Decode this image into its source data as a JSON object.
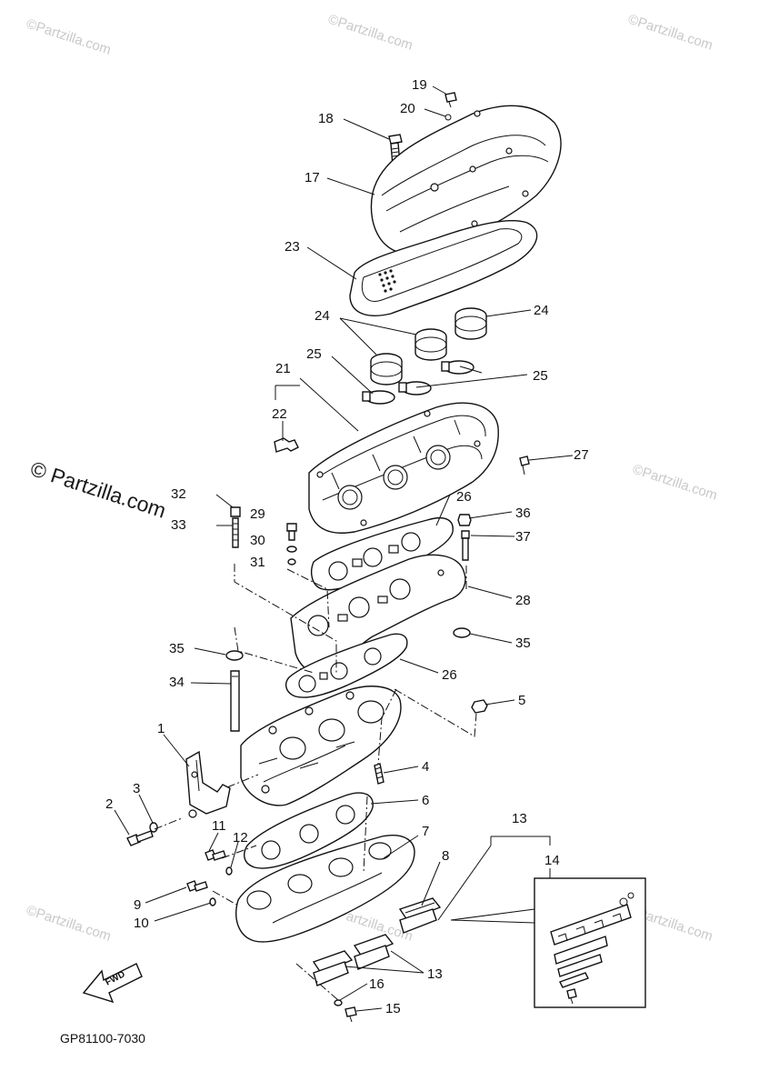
{
  "watermarks": {
    "small": "©Partzilla.com",
    "large": "© Partzilla.com"
  },
  "drawing_code": "GP81100-7030",
  "fwd_label": "FWD",
  "callouts": {
    "c1": "1",
    "c2": "2",
    "c3": "3",
    "c4": "4",
    "c5": "5",
    "c6": "6",
    "c7": "7",
    "c8": "8",
    "c9": "9",
    "c10": "10",
    "c11": "11",
    "c12": "12",
    "c13a": "13",
    "c13b": "13",
    "c14": "14",
    "c15": "15",
    "c16": "16",
    "c17": "17",
    "c18": "18",
    "c19": "19",
    "c20": "20",
    "c21": "21",
    "c22": "22",
    "c23": "23",
    "c24a": "24",
    "c24b": "24",
    "c25a": "25",
    "c25b": "25",
    "c26a": "26",
    "c26b": "26",
    "c27": "27",
    "c28": "28",
    "c29": "29",
    "c30": "30",
    "c31": "31",
    "c32": "32",
    "c33": "33",
    "c34": "34",
    "c35a": "35",
    "c35b": "35",
    "c36": "36",
    "c37": "37"
  }
}
